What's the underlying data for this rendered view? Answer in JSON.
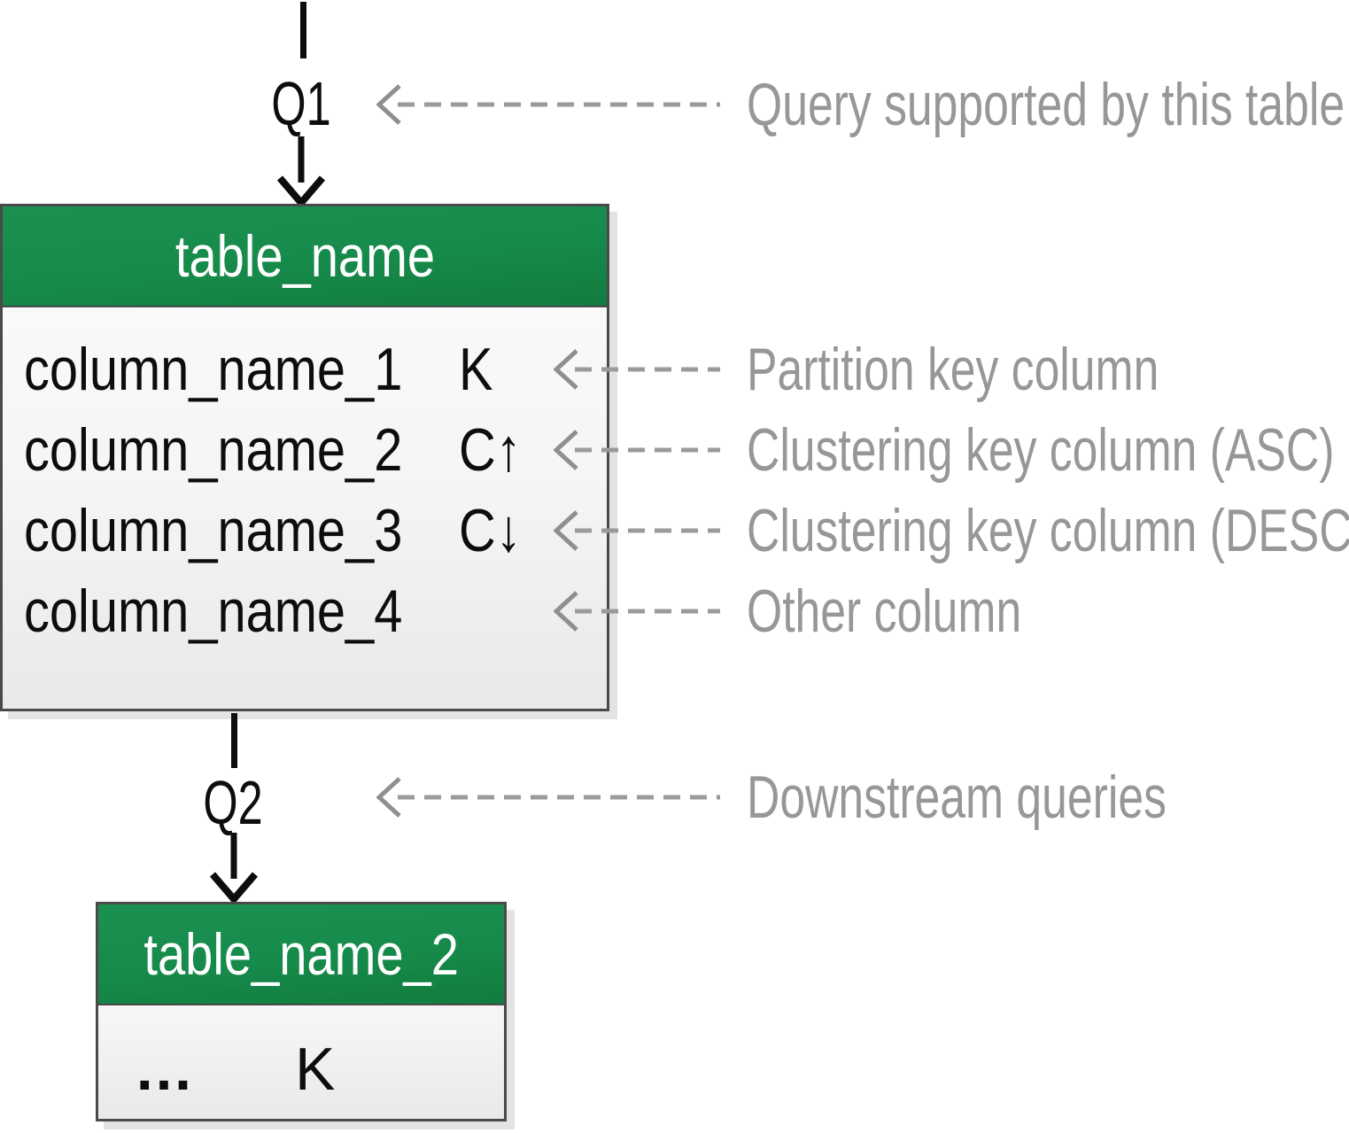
{
  "figure": {
    "query1_label": "Q1",
    "query2_label": "Q2",
    "table1": {
      "title": "table_name",
      "rows": [
        {
          "name": "column_name_1",
          "key": "K"
        },
        {
          "name": "column_name_2",
          "key": "C↑"
        },
        {
          "name": "column_name_3",
          "key": "C↓"
        },
        {
          "name": "column_name_4",
          "key": ""
        }
      ]
    },
    "table2": {
      "title": "table_name_2",
      "rows": [
        {
          "name": "…",
          "key": "K"
        }
      ]
    },
    "annotations": {
      "query": "Query supported by this table",
      "partition": "Partition key column",
      "clustering_asc": "Clustering key column (ASC)",
      "clustering_desc": "Clustering key column (DESC)",
      "other": "Other column",
      "downstream": "Downstream queries"
    },
    "colors": {
      "header_green": "#168a4a",
      "table_border_gray": "#4a4a4a",
      "annotation_gray": "#979797",
      "dashed_arrow_gray": "#949494",
      "text_black": "#0d0d0d"
    }
  }
}
